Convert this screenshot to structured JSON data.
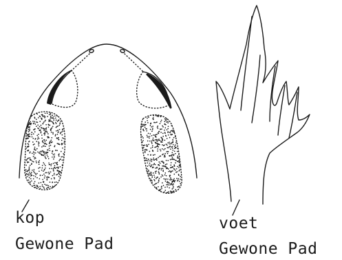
{
  "head_drawing": {
    "label": "kop",
    "caption": "Gewone Pad"
  },
  "foot_drawing": {
    "label": "voet",
    "caption": "Gewone Pad"
  },
  "colors": {
    "ink": "#1a1a1a",
    "background": "#ffffff"
  }
}
